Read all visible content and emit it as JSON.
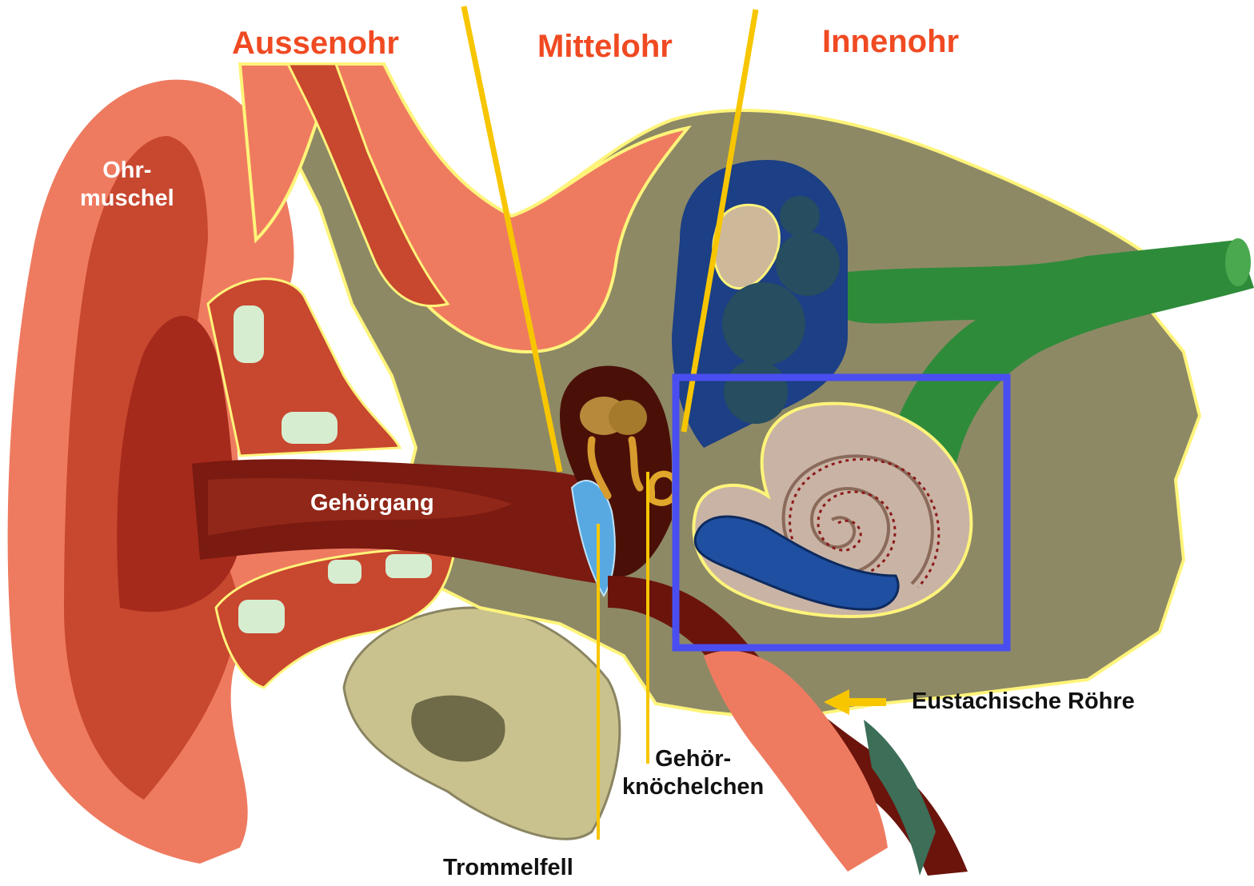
{
  "diagram": {
    "sections": {
      "outer": "Aussenohr",
      "middle": "Mittelohr",
      "inner": "Innenohr"
    },
    "labels": {
      "pinna_line1": "Ohr-",
      "pinna_line2": "muschel",
      "canal": "Gehörgang",
      "ossicles_line1": "Gehör-",
      "ossicles_line2": "knöchelchen",
      "eardrum": "Trommelfell",
      "eustachian": "Eustachische Röhre"
    },
    "colors": {
      "section_text": "#f04a22",
      "divider_lines": "#f7c600",
      "highlight_box": "#4a4ef0",
      "skin": "#ee7b60",
      "bone": "#8a8660",
      "canal": "#7a1a10",
      "nerve": "#2e8b3a",
      "cochlea": "#c9b3a4"
    }
  }
}
